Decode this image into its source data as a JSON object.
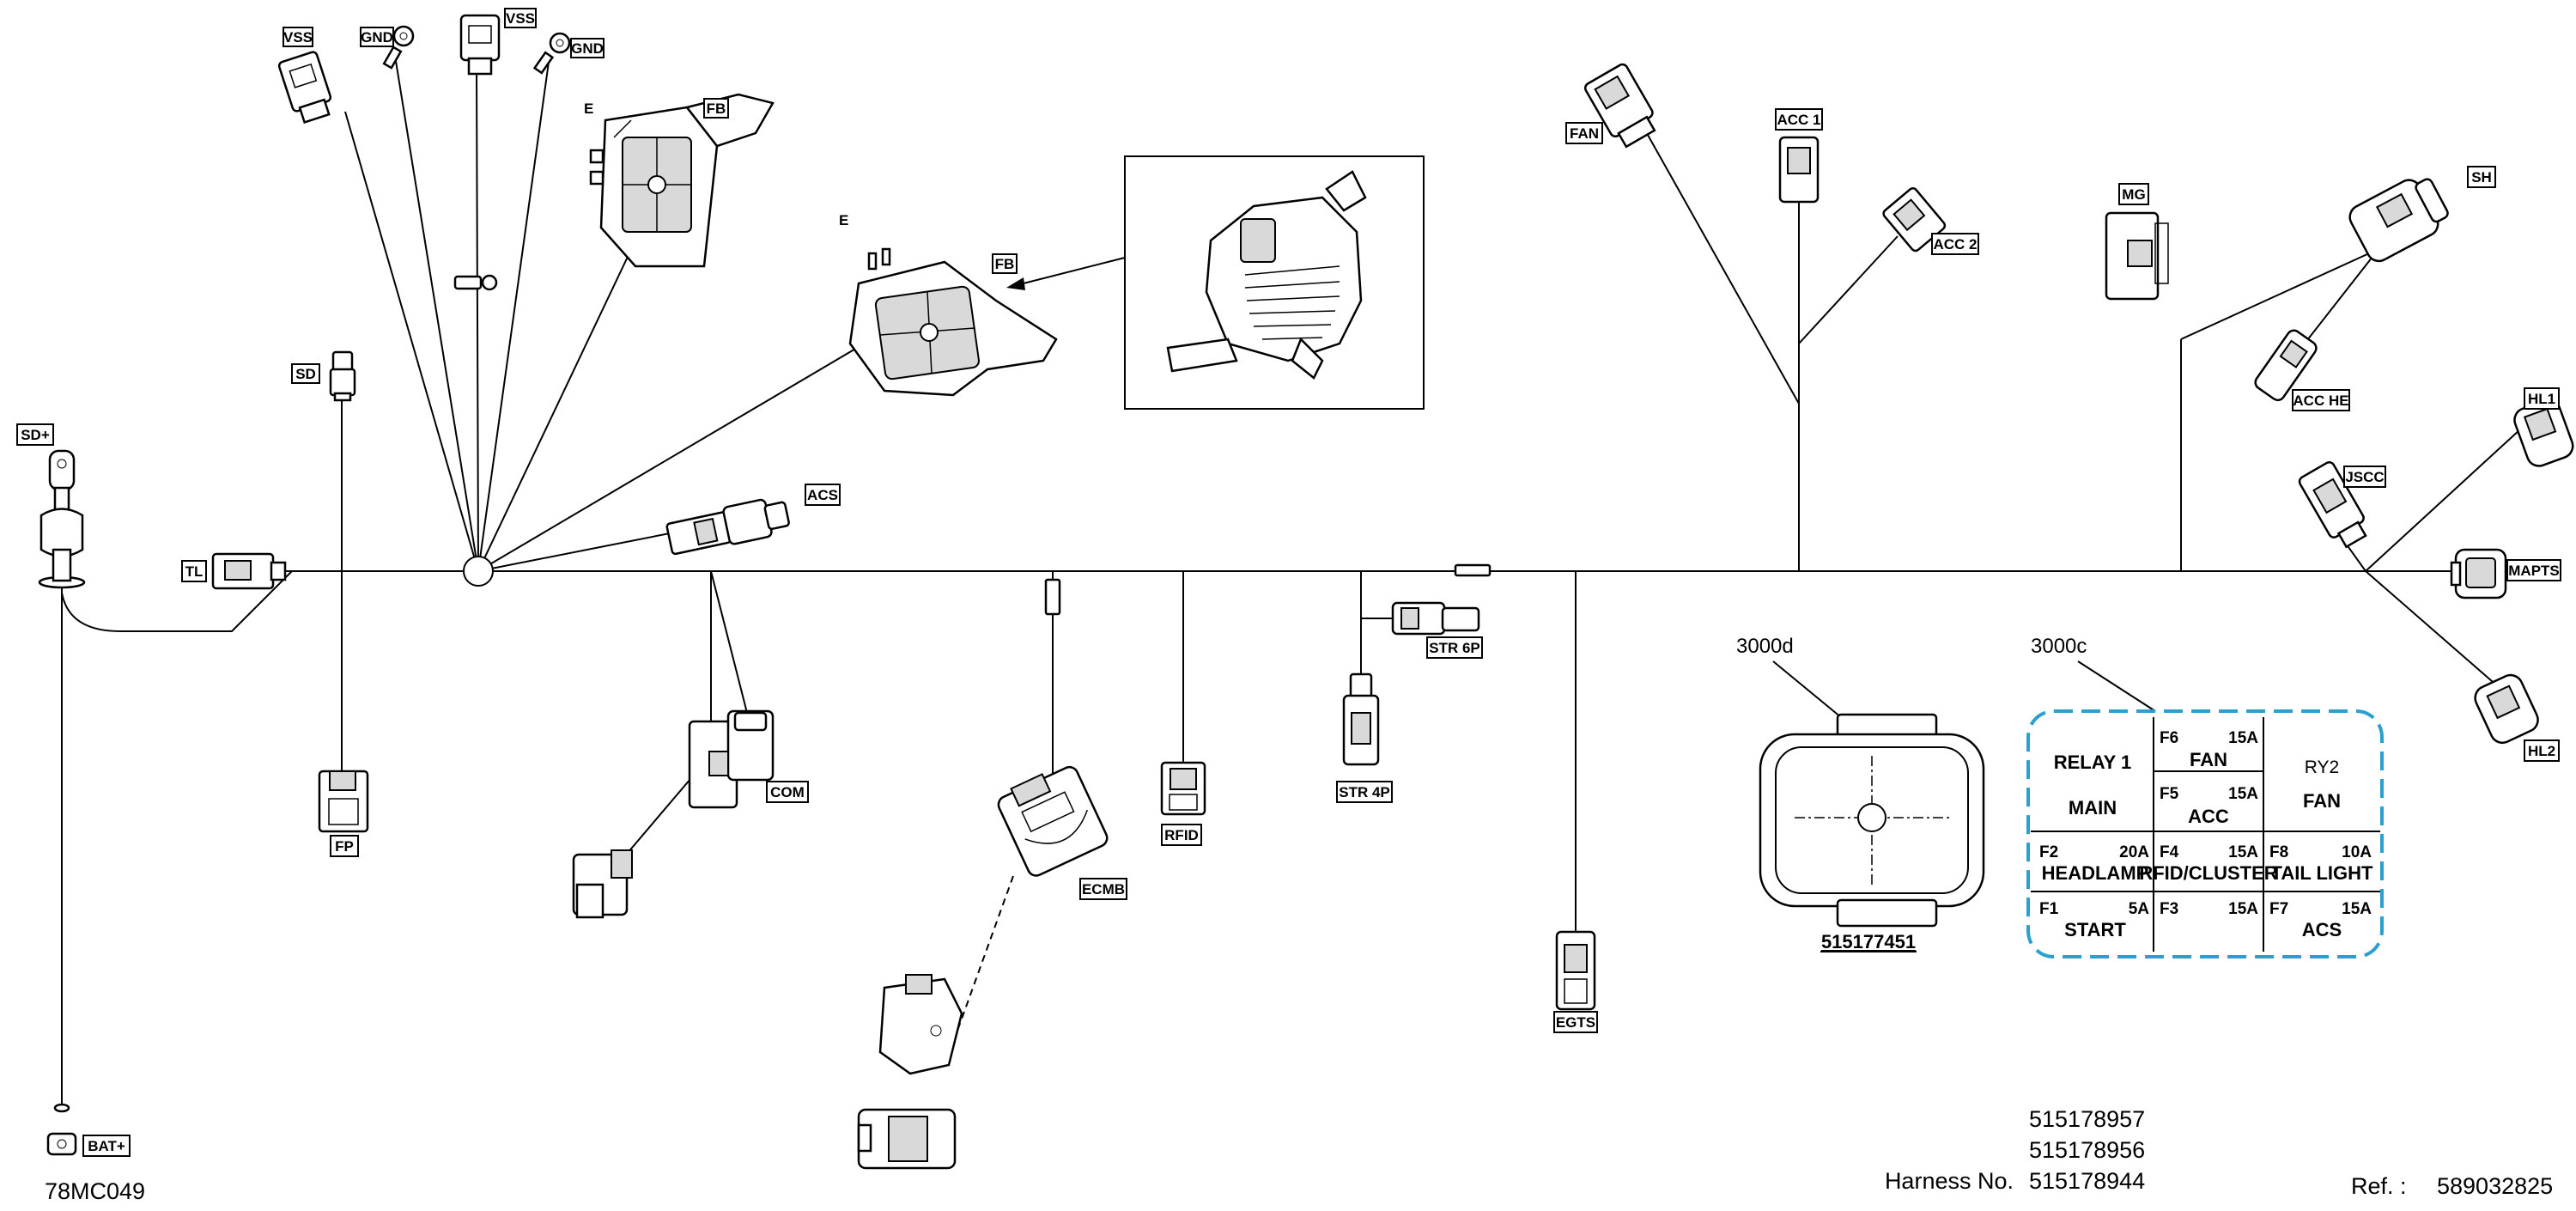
{
  "labels": {
    "vss_1": "VSS",
    "gnd_1": "GND",
    "vss_2": "VSS",
    "gnd_2": "GND",
    "e_1": "E",
    "fb_1": "FB",
    "e_2": "E",
    "fb_2": "FB",
    "sd": "SD",
    "sd_plus": "SD+",
    "tl": "TL",
    "fp": "FP",
    "acs": "ACS",
    "com": "COM",
    "ecmb": "ECMB",
    "rfid": "RFID",
    "str_6p": "STR 6P",
    "str_4p": "STR 4P",
    "egts": "EGTS",
    "fan": "FAN",
    "acc_1": "ACC 1",
    "acc_2": "ACC 2",
    "mg": "MG",
    "sh": "SH",
    "acc_he": "ACC HE",
    "hl1": "HL1",
    "jscc": "JSCC",
    "mapts": "MAPTS",
    "hl2": "HL2",
    "bat_plus": "BAT+"
  },
  "fuse_box_callout": {
    "view_3000d": "3000d",
    "view_3000c": "3000c",
    "part_number": "515177451"
  },
  "fuse_table": {
    "relay1": "RELAY 1",
    "main": "MAIN",
    "f6_id": "F6",
    "f6_amp": "15A",
    "f6_name": "FAN",
    "f5_id": "F5",
    "f5_amp": "15A",
    "f5_name": "ACC",
    "ry2": "RY2",
    "ry2_fan": "FAN",
    "f2_id": "F2",
    "f2_amp": "20A",
    "f2_name": "HEADLAMP",
    "f4_id": "F4",
    "f4_amp": "15A",
    "f4_name": "RFID/CLUSTER",
    "f8_id": "F8",
    "f8_amp": "10A",
    "f8_name": "TAIL LIGHT",
    "f1_id": "F1",
    "f1_amp": "5A",
    "f1_name": "START",
    "f3_id": "F3",
    "f3_amp": "15A",
    "f7_id": "F7",
    "f7_amp": "15A",
    "f7_name": "ACS",
    "border_color": "#2a9fd0"
  },
  "footer": {
    "drawing_code": "78MC049",
    "harness_label": "Harness No.",
    "harness_numbers": [
      "515178957",
      "515178956",
      "515178944"
    ],
    "ref_label": "Ref. :",
    "ref_number": "589032825"
  }
}
